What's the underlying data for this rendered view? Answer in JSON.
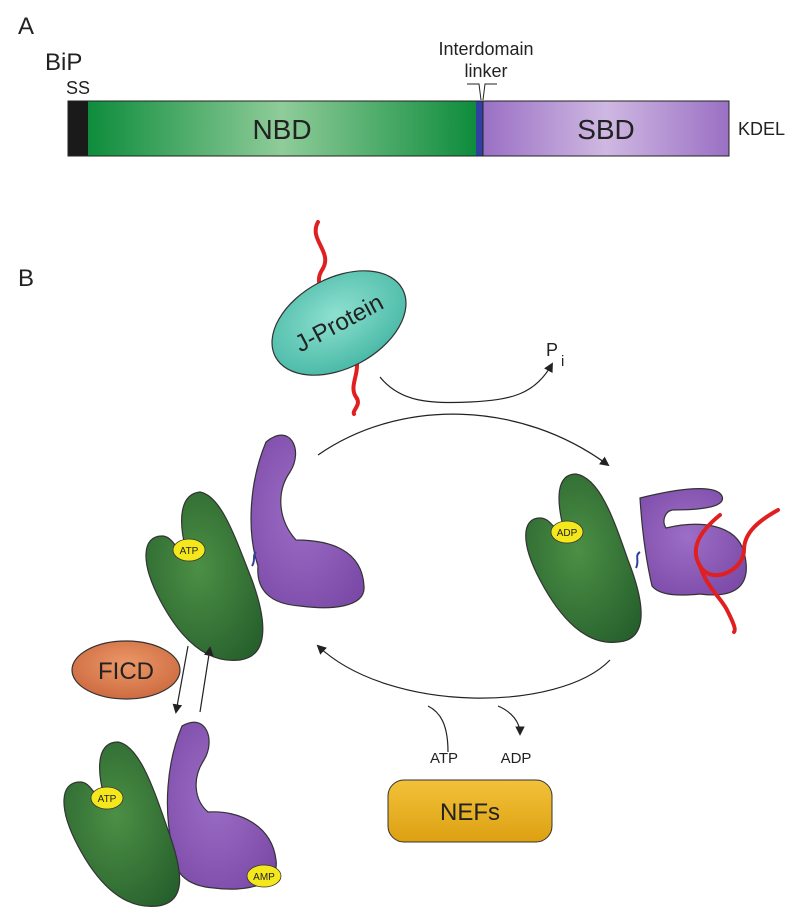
{
  "panel_a": {
    "letter": "A",
    "protein_name": "BiP",
    "ss_label": "SS",
    "nbd_label": "NBD",
    "sbd_label": "SBD",
    "linker_label_line1": "Interdomain",
    "linker_label_line2": "linker",
    "kdel_label": "KDEL"
  },
  "panel_b": {
    "letter": "B",
    "j_protein_label": "J-Protein",
    "pi_label": "P",
    "pi_subscript": "i",
    "ficd_label": "FICD",
    "nefs_label": "NEFs",
    "atp_in_label": "ATP",
    "adp_out_label": "ADP",
    "badge_atp_top": "ATP",
    "badge_adp_right": "ADP",
    "badge_atp_bottom": "ATP",
    "badge_amp_bottom": "AMP"
  },
  "colors": {
    "nbd_green": "#2e7a35",
    "nbd_bar_dark": "#0e8c3c",
    "nbd_bar_light": "#8fcc99",
    "sbd_purple": "#8e5ab8",
    "sbd_bar_light": "#cfb8e2",
    "signal_seq": "#1a1a1a",
    "linker_blue": "#3040a0",
    "j_protein_teal": "#5cc6b4",
    "ficd_orange": "#d8784a",
    "nefs_gold": "#e8b020",
    "substrate_red": "#e02020",
    "nucleotide_yellow": "#f4e81c"
  }
}
